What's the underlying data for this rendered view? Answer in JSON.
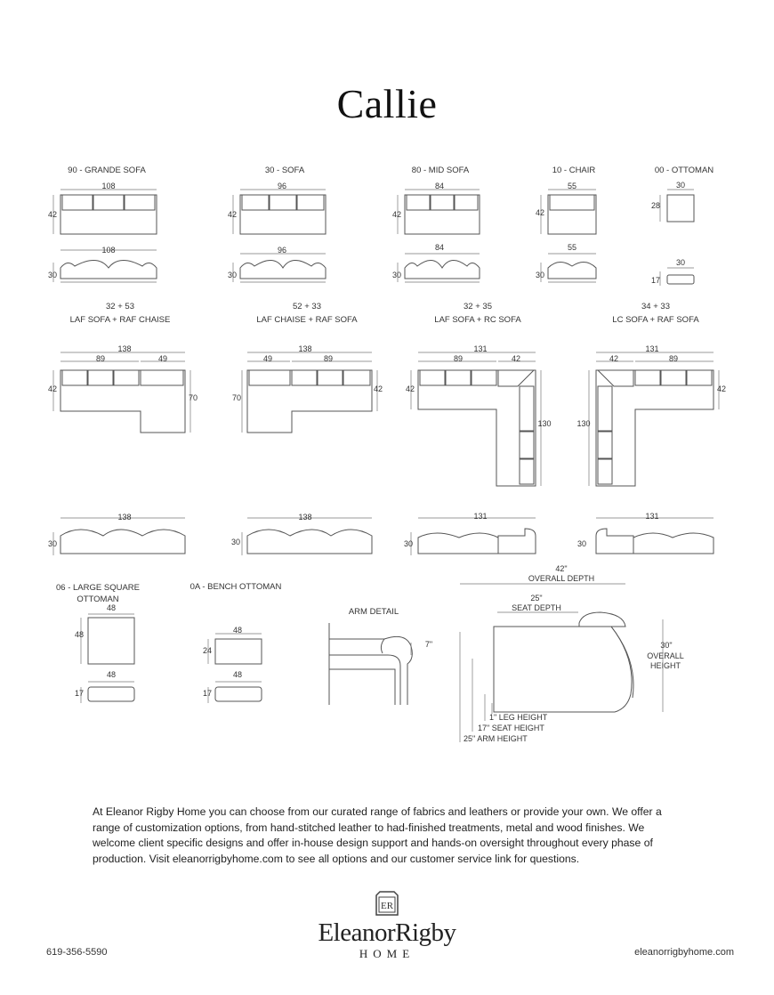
{
  "title": "Callie",
  "row1": [
    {
      "label": "90 - GRANDE SOFA",
      "width": "108",
      "depth": "42",
      "height": "30"
    },
    {
      "label": "30 -  SOFA",
      "width": "96",
      "depth": "42",
      "height": "30"
    },
    {
      "label": "80 - MID SOFA",
      "width": "84",
      "depth": "42",
      "height": "30"
    },
    {
      "label": "10 - CHAIR",
      "width": "55",
      "depth": "42",
      "height": "30"
    },
    {
      "label": "00 - OTTOMAN",
      "width": "30",
      "depth": "28",
      "height": "17"
    }
  ],
  "row2": [
    {
      "code": "32 + 53",
      "label": "LAF SOFA + RAF CHAISE",
      "overall": "138",
      "a": "89",
      "b": "49",
      "depth": "42",
      "depth2": "70",
      "height": "30"
    },
    {
      "code": "52 + 33",
      "label": "LAF CHAISE + RAF SOFA",
      "overall": "138",
      "a": "49",
      "b": "89",
      "depth": "42",
      "depth2": "70",
      "height": "30"
    },
    {
      "code": "32 + 35",
      "label": "LAF SOFA + RC SOFA",
      "overall": "131",
      "a": "89",
      "b": "42",
      "depth": "42",
      "depth2": "130",
      "height": "30"
    },
    {
      "code": "34 + 33",
      "label": "LC SOFA + RAF SOFA",
      "overall": "131",
      "a": "42",
      "b": "89",
      "depth": "42",
      "depth2": "130",
      "height": "30"
    }
  ],
  "row3": [
    {
      "label": "06 - LARGE SQUARE OTTOMAN",
      "width": "48",
      "depth": "48",
      "height": "17"
    },
    {
      "label": "0A - BENCH OTTOMAN",
      "width": "48",
      "depth": "24",
      "height": "17"
    }
  ],
  "arm_detail": {
    "label": "ARM DETAIL",
    "dim": "7\""
  },
  "profile": {
    "overall_depth_value": "42\"",
    "overall_depth_label": "OVERALL DEPTH",
    "seat_depth_value": "25\"",
    "seat_depth_label": "SEAT DEPTH",
    "overall_height_value": "30\"",
    "overall_height_label1": "OVERALL",
    "overall_height_label2": "HEIGHT",
    "leg_height": "1\" LEG HEIGHT",
    "seat_height": "17\" SEAT HEIGHT",
    "arm_height": "25\" ARM HEIGHT"
  },
  "description": "At Eleanor Rigby Home you can choose from our curated range of fabrics and leathers or provide your own. We offer a range of customization options, from hand-stitched leather to had-finished treatments, metal and wood finishes. We welcome client specific designs and offer in-house design support and hands-on oversight throughout every phase of production. Visit eleanorrigbyhome.com to see all options and our customer service link for questions.",
  "brand": {
    "name": "EleanorRigby",
    "sub": "HOME",
    "mark": "ER"
  },
  "footer": {
    "phone": "619-356-5590",
    "website": "eleanorrigbyhome.com"
  }
}
